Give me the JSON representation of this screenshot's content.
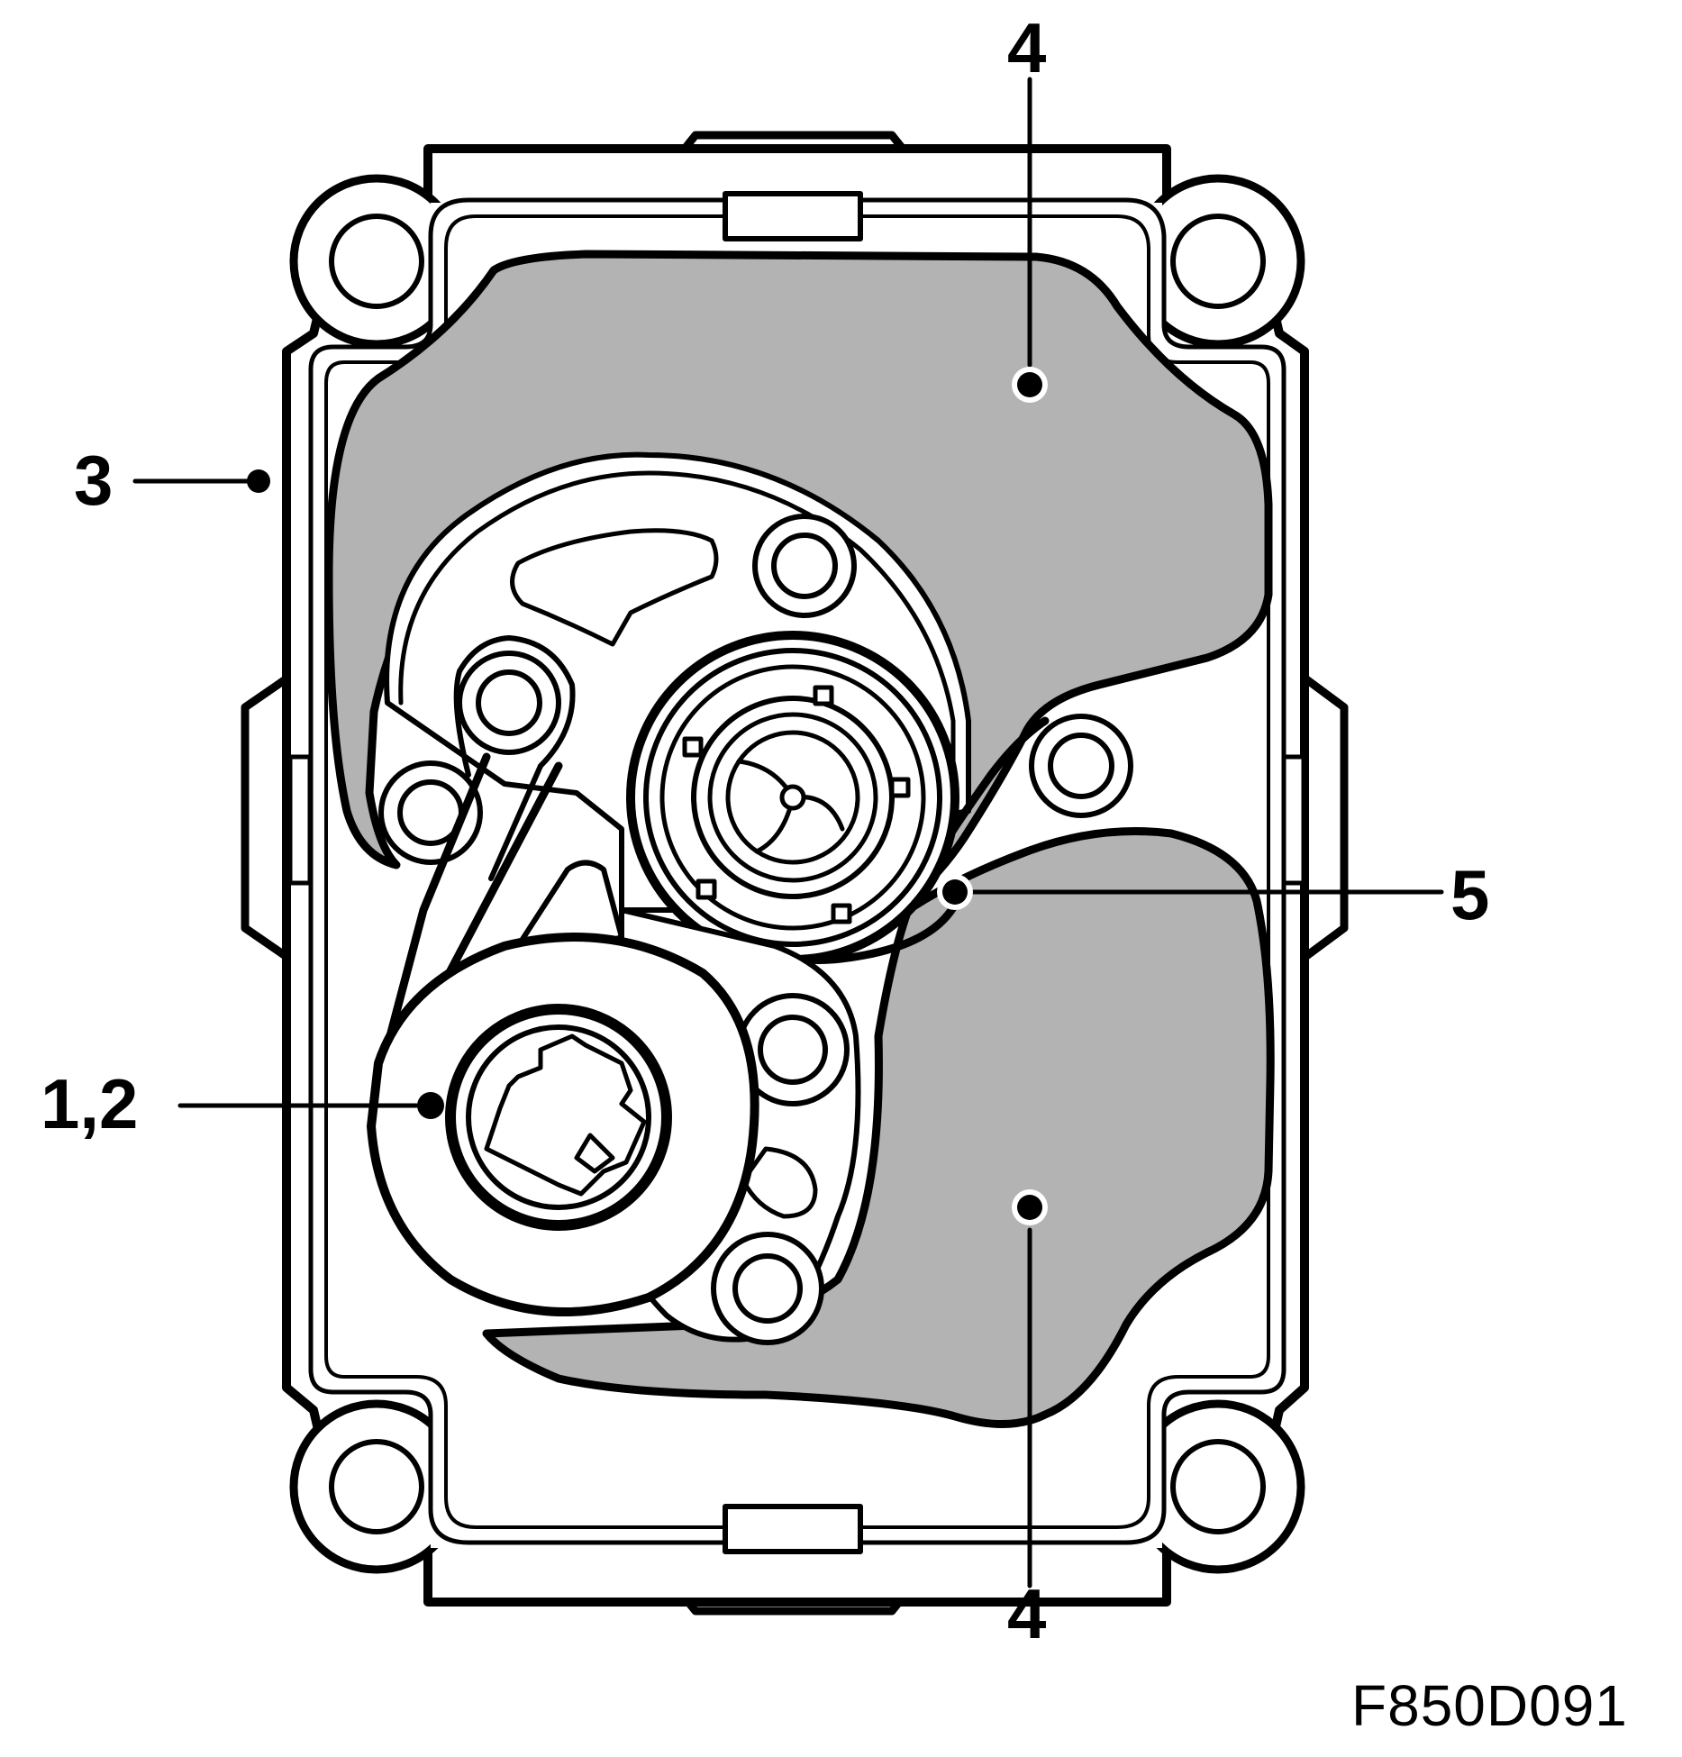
{
  "callouts": {
    "part_3": "3",
    "part_4_top": "4",
    "part_5": "5",
    "part_1_2": "1,2",
    "part_4_bottom": "4"
  },
  "figure_code": "F850D091",
  "colors": {
    "line": "#000000",
    "fill_grey": "#b3b3b3",
    "background": "#ffffff"
  }
}
